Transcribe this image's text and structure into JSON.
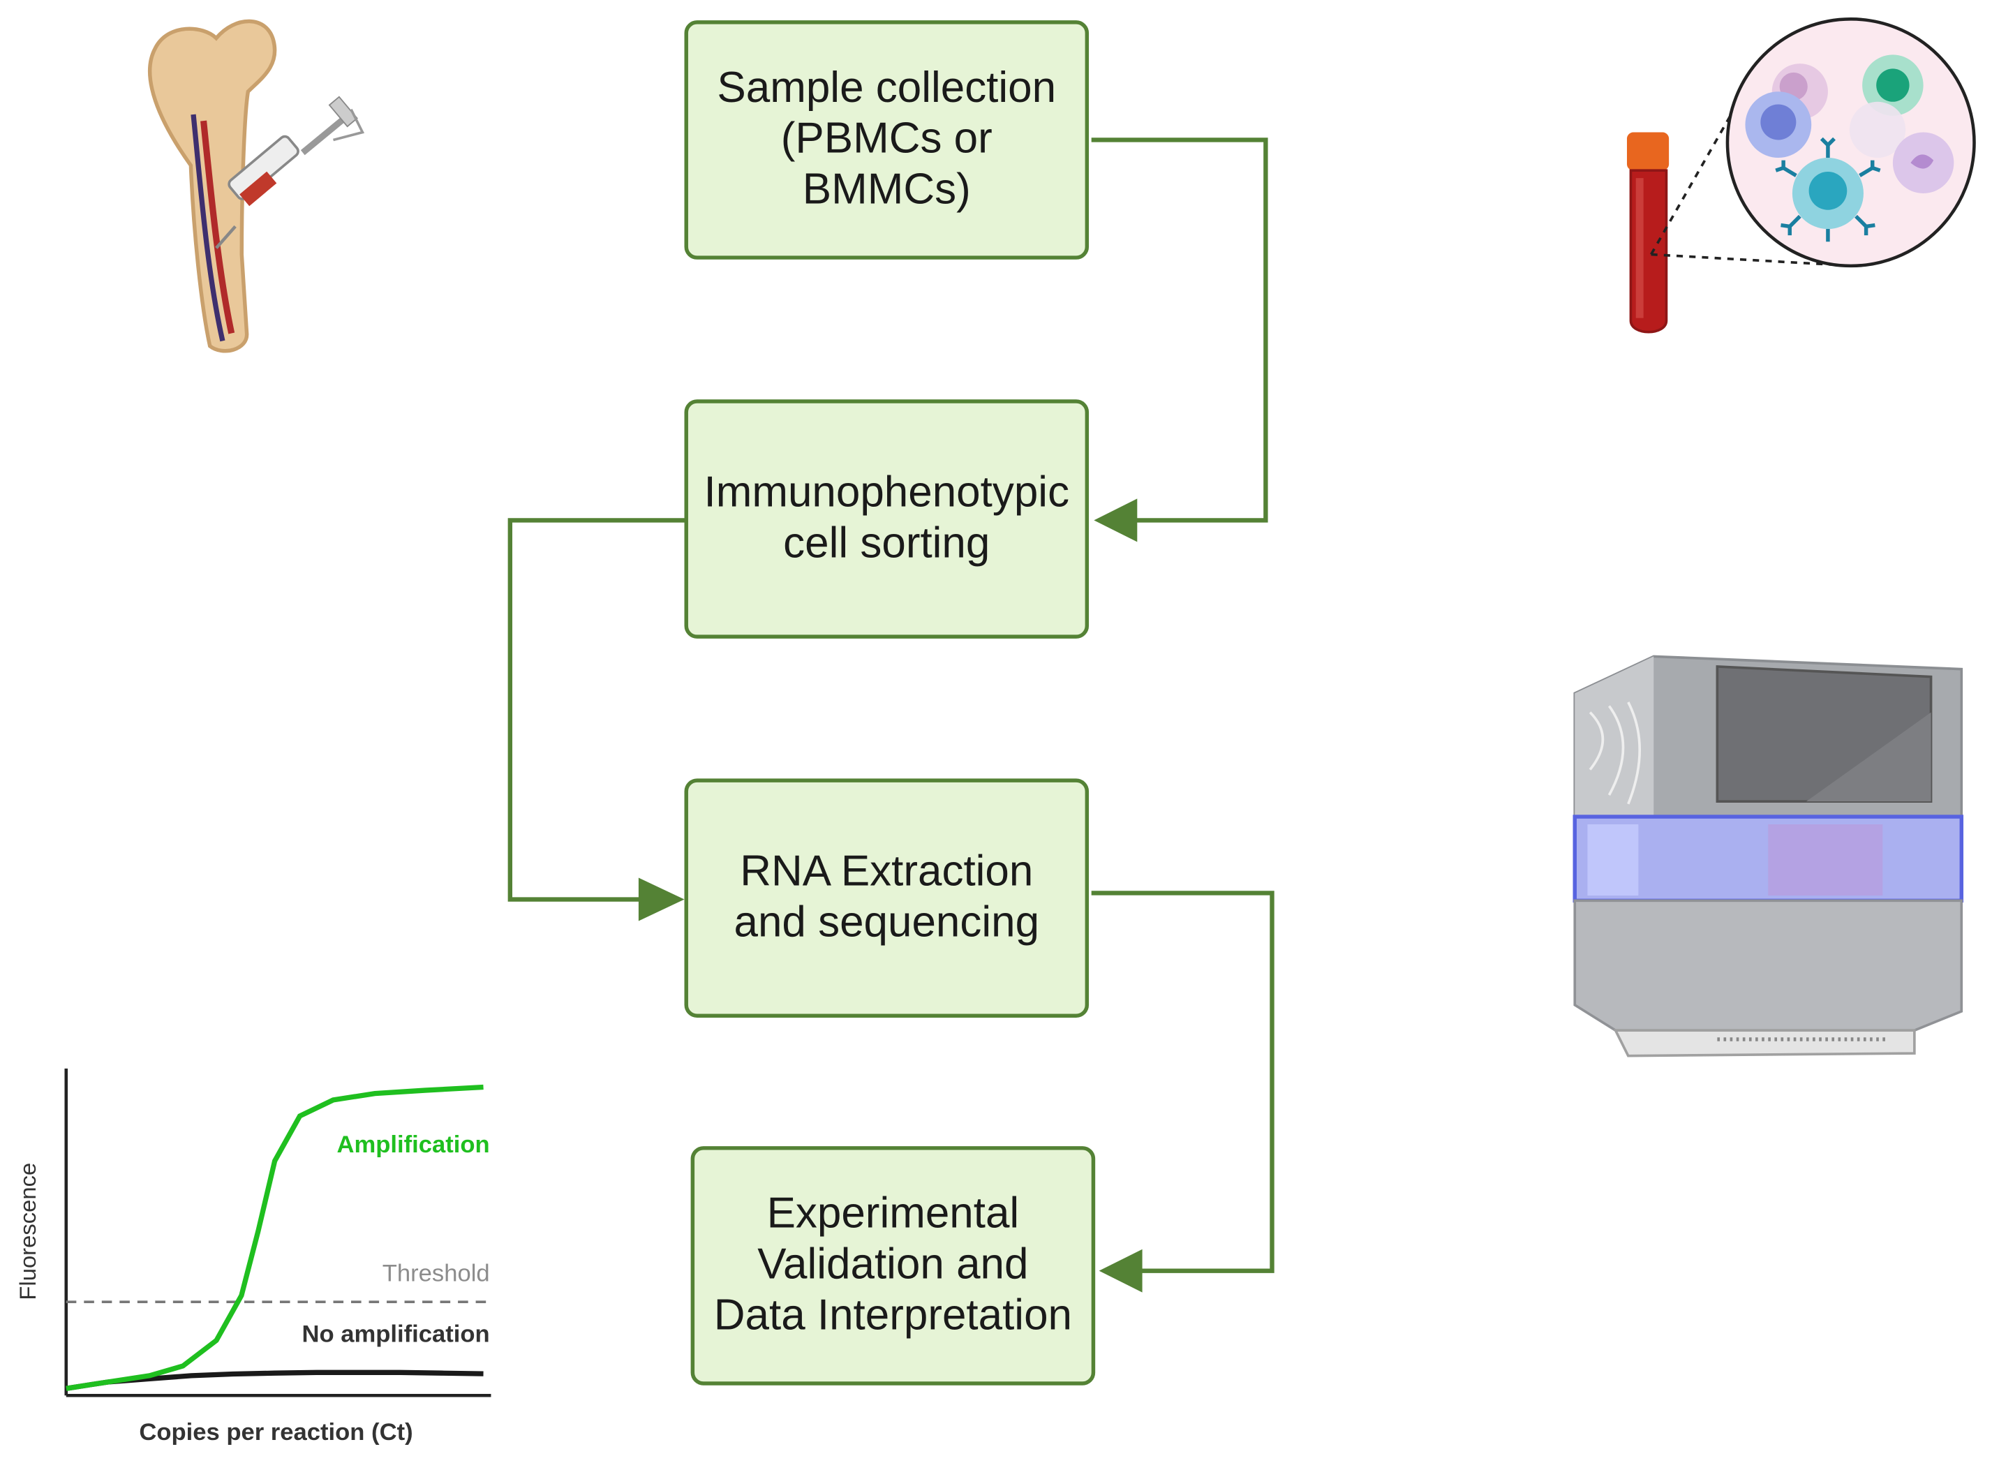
{
  "workflow": {
    "steps": [
      {
        "label": "Sample collection\n(PBMCs or\nBMMCs)"
      },
      {
        "label": "Immunophenotypic\ncell sorting"
      },
      {
        "label": "RNA Extraction\nand sequencing"
      },
      {
        "label": "Experimental\nValidation and\nData Interpretation"
      }
    ]
  },
  "colors": {
    "box_fill": "#e6f4d6",
    "box_border": "#548235",
    "connector": "#548235",
    "amplification_curve": "#1fbf1f",
    "no_amplification_curve": "#1a1a1a",
    "threshold_line": "#777777"
  },
  "illustrations": [
    {
      "name": "bone-marrow-aspiration-icon"
    },
    {
      "name": "blood-tube-with-cells-icon"
    },
    {
      "name": "sequencer-machine-icon"
    }
  ],
  "chart_data": {
    "type": "line",
    "xlabel": "Copies per reaction (Ct)",
    "ylabel": "Fluorescence",
    "ylim": [
      0,
      1
    ],
    "grid": false,
    "threshold": {
      "label": "Threshold",
      "value": 0.28
    },
    "series": [
      {
        "name": "Amplification",
        "x": [
          0,
          0.1,
          0.2,
          0.28,
          0.36,
          0.42,
          0.46,
          0.5,
          0.56,
          0.64,
          0.74,
          0.86,
          1.0
        ],
        "y": [
          0.01,
          0.03,
          0.05,
          0.08,
          0.16,
          0.3,
          0.5,
          0.72,
          0.86,
          0.91,
          0.93,
          0.94,
          0.95
        ]
      },
      {
        "name": "No amplification",
        "x": [
          0,
          0.1,
          0.2,
          0.3,
          0.4,
          0.5,
          0.6,
          0.7,
          0.8,
          0.9,
          1.0
        ],
        "y": [
          0.01,
          0.03,
          0.04,
          0.05,
          0.055,
          0.058,
          0.06,
          0.06,
          0.06,
          0.058,
          0.056
        ]
      }
    ]
  }
}
